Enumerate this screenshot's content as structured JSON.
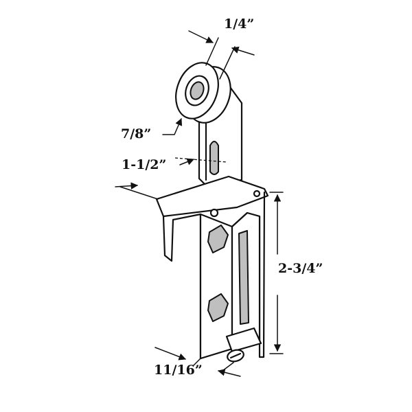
{
  "diagram": {
    "dimensions": [
      {
        "key": "roller_width",
        "label": "1/4”"
      },
      {
        "key": "roller_diameter",
        "label": "7/8”"
      },
      {
        "key": "depth",
        "label": "1-1/2”"
      },
      {
        "key": "height",
        "label": "2-3/4”"
      },
      {
        "key": "width",
        "label": "11/16”"
      }
    ]
  }
}
